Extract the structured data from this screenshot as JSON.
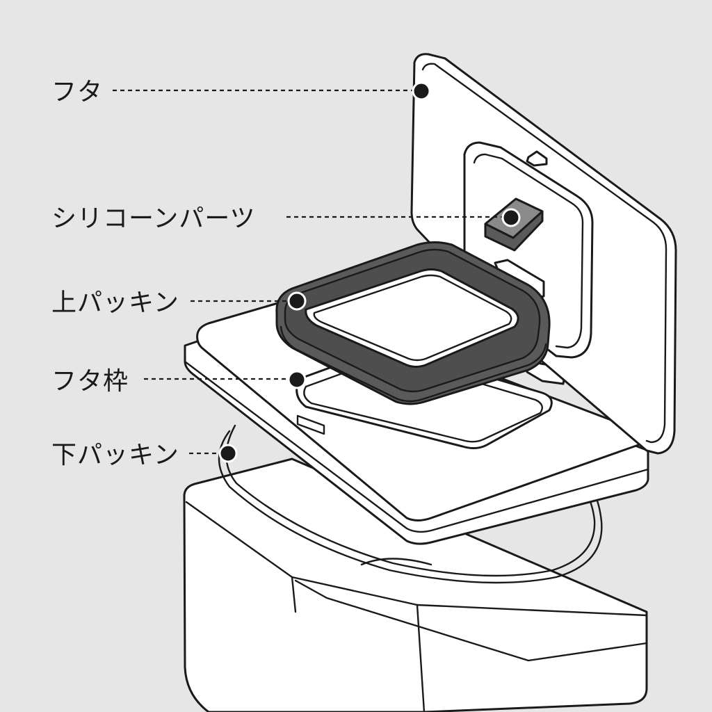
{
  "background_color": "#e6e6e6",
  "line_color": "#1a1a1a",
  "gasket_color": "#5a5a5a",
  "callouts": [
    {
      "id": "lid",
      "label": "フタ"
    },
    {
      "id": "silicone-part",
      "label": "シリコーンパーツ"
    },
    {
      "id": "upper-packing",
      "label": "上パッキン"
    },
    {
      "id": "lid-frame",
      "label": "フタ枠"
    },
    {
      "id": "lower-packing",
      "label": "下パッキン"
    }
  ]
}
